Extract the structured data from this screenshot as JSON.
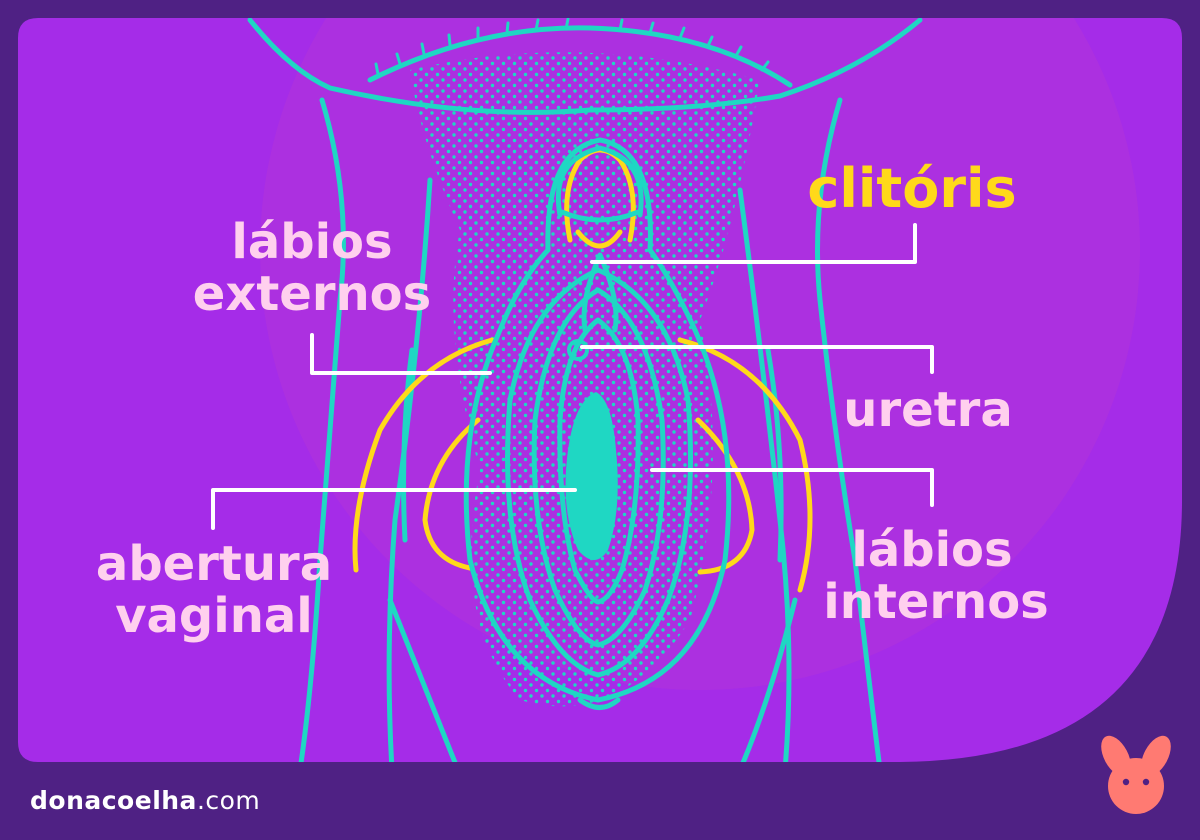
{
  "colors": {
    "frame": "#4f2184",
    "panel": "#a52ce8",
    "glow": "#b235d8",
    "teal": "#1fd7c3",
    "yellow": "#ffd91a",
    "label_pink": "#ffd0ee",
    "logo": "#ff7a72"
  },
  "labels": {
    "clitoris": "clitóris",
    "labios_externos_1": "lábios",
    "labios_externos_2": "externos",
    "uretra": "uretra",
    "abertura_1": "abertura",
    "abertura_2": "vaginal",
    "labios_internos_1": "lábios",
    "labios_internos_2": "internos"
  },
  "brand": {
    "name_bold": "donacoelha",
    "name_suffix": ".com",
    "logo_icon": "rabbit-icon"
  }
}
